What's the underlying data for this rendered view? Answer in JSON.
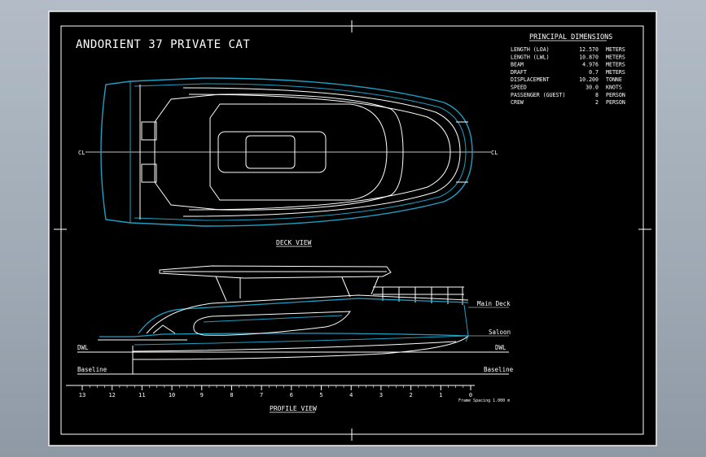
{
  "title": "ANDORIENT 37 PRIVATE CAT",
  "colors": {
    "background": "#000000",
    "line": "#ffffff",
    "accent": "#1e9fc4",
    "frame": "#9aa5b0"
  },
  "dimensions": {
    "heading": "PRINCIPAL DIMENSIONS",
    "rows": [
      {
        "label": "LENGTH (LOA)",
        "value": "12.570",
        "unit": "METERS"
      },
      {
        "label": "LENGTH (LWL)",
        "value": "10.870",
        "unit": "METERS"
      },
      {
        "label": "BEAM",
        "value": "4.976",
        "unit": "METERS"
      },
      {
        "label": "DRAFT",
        "value": "0.7",
        "unit": "METERS"
      },
      {
        "label": "DISPLACEMENT",
        "value": "10.200",
        "unit": "TONNE"
      },
      {
        "label": "SPEED",
        "value": "30.0",
        "unit": "KNOTS"
      },
      {
        "label": "PASSENGER (GUEST)",
        "value": "8",
        "unit": "PERSON"
      },
      {
        "label": "CREW",
        "value": "2",
        "unit": "PERSON"
      }
    ]
  },
  "deck_view": {
    "caption": "DECK VIEW",
    "cl_left": "CL",
    "cl_right": "CL"
  },
  "profile_view": {
    "caption": "PROFILE VIEW",
    "labels": {
      "main_deck": "Main Deck",
      "saloon": "Saloon",
      "dwl_left": "DWL",
      "dwl_right": "DWL",
      "baseline_left": "Baseline",
      "baseline_right": "Baseline"
    },
    "frame_numbers": [
      "13",
      "12",
      "11",
      "10",
      "9",
      "8",
      "7",
      "6",
      "5",
      "4",
      "3",
      "2",
      "1",
      "0"
    ],
    "frame_note": "Frame Spacing 1.000 m"
  }
}
